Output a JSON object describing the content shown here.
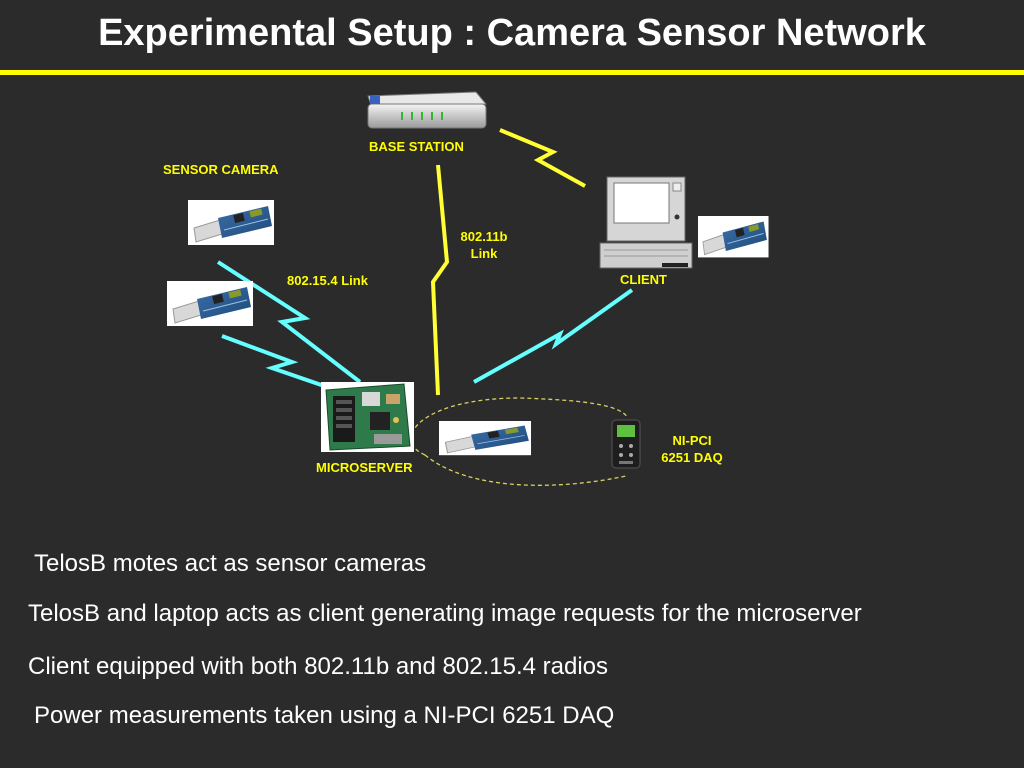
{
  "title": "Experimental Setup : Camera Sensor Network",
  "colors": {
    "accent": "#ffff00",
    "wireless_802_15_4": "#66ffff",
    "wireless_802_11b": "#ffff33",
    "background": "#2b2b2b"
  },
  "diagram": {
    "labels": {
      "base_station": "BASE STATION",
      "sensor_camera": "SENSOR CAMERA",
      "link_80211b_line1": "802.11b",
      "link_80211b_line2": "Link",
      "link_802154": "802.15.4 Link",
      "client": "CLIENT",
      "daq_line1": "NI-PCI",
      "daq_line2": "6251 DAQ",
      "microserver": "MICROSERVER"
    },
    "icons": [
      "router-icon",
      "laptop-icon",
      "telosb-mote-icon",
      "circuit-board-icon",
      "daq-device-icon"
    ]
  },
  "bullets": [
    "TelosB motes act as sensor cameras",
    "TelosB and laptop acts as client generating image requests for the microserver",
    "Client equipped with both 802.11b and 802.15.4 radios",
    "Power measurements taken using a NI-PCI 6251 DAQ"
  ]
}
